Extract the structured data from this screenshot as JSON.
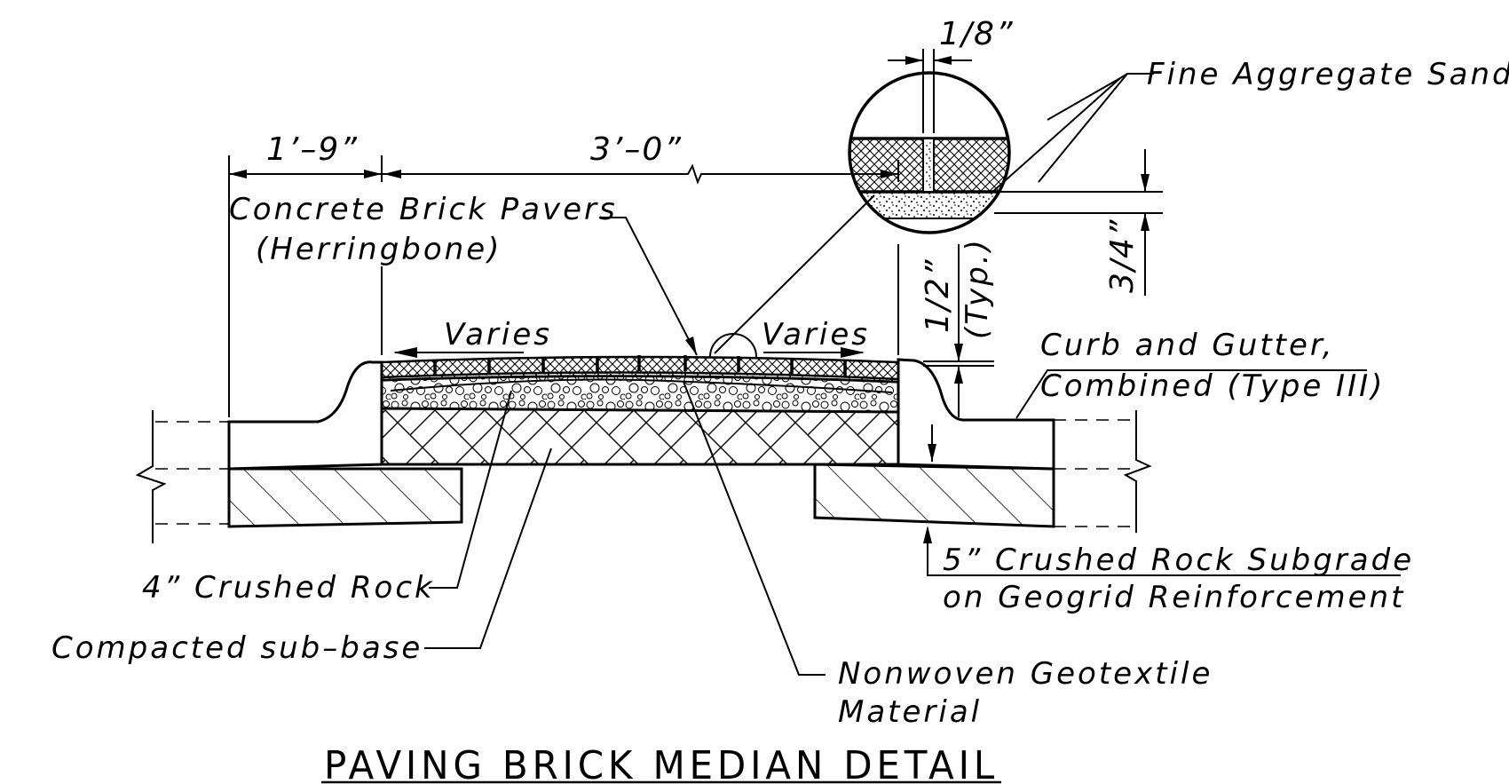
{
  "title": "PAVING BRICK MEDIAN DETAIL",
  "dimensions": {
    "d1_9": "1’–9”",
    "d3_0": "3’–0”",
    "d1_8": "1/8”",
    "d3_4": "3/4”",
    "d1_2": "1/2”",
    "typ": "(Typ.)",
    "varies_left": "Varies",
    "varies_right": "Varies"
  },
  "labels": {
    "pavers_1": "Concrete Brick Pavers",
    "pavers_2": "(Herringbone)",
    "sand": "Fine Aggregate Sand",
    "curb_1": "Curb and Gutter,",
    "curb_2": "Combined (Type III)",
    "subgrade_1": "5” Crushed Rock Subgrade",
    "subgrade_2": "on Geogrid Reinforcement",
    "crushed_rock": "4” Crushed Rock",
    "subbase": "Compacted sub–base",
    "geotextile_1": "Nonwoven Geotextile",
    "geotextile_2": "Material"
  }
}
